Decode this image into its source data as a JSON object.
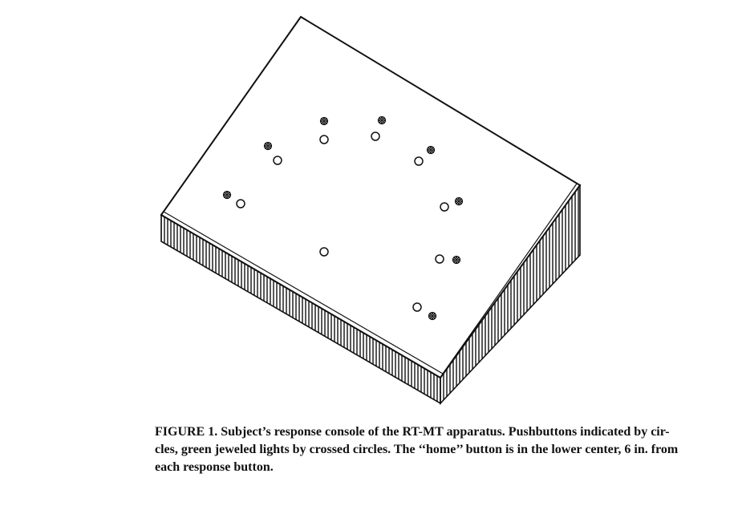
{
  "figure": {
    "caption_lines": [
      "FIGURE 1. Subject’s response console of the RT-MT apparatus. Pushbuttons indicated by cir-",
      "cles, green jeweled lights by crossed circles. The ‘‘home’’ button is in the lower center, 6 in. from",
      "each response button."
    ]
  }
}
